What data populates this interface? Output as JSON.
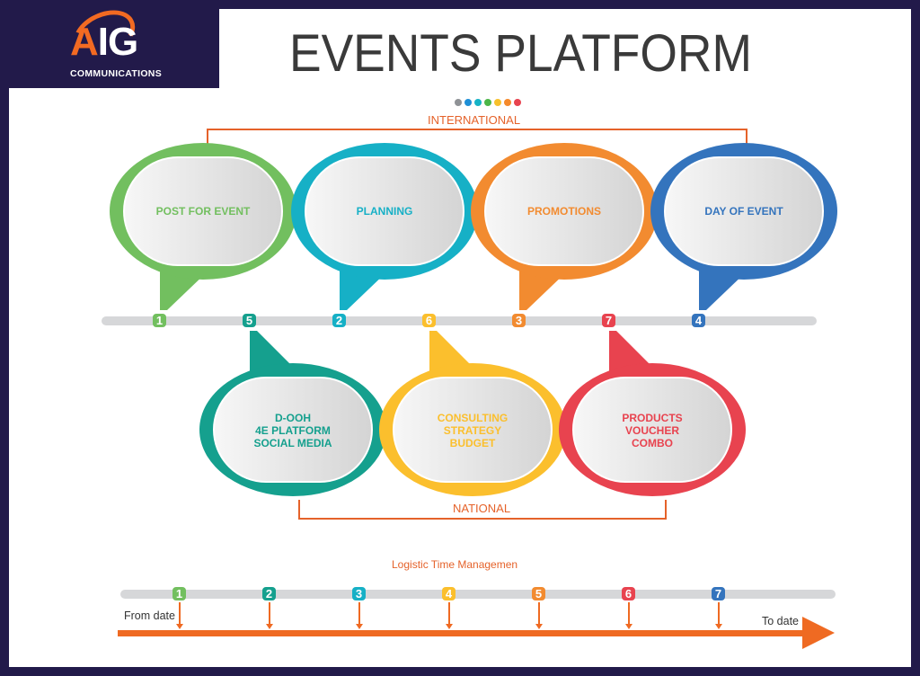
{
  "logo": {
    "mark": "AIG",
    "subtitle": "COMMUNICATIONS"
  },
  "title": "EVENTS PLATFORM",
  "palette_dots": [
    "#8f9296",
    "#1f8fd6",
    "#16b3c6",
    "#4cb648",
    "#f7c02c",
    "#f58a2c",
    "#e8434f"
  ],
  "international_label": "INTERNATIONAL",
  "national_label": "NATIONAL",
  "top_stages": [
    {
      "number": "1",
      "label": "POST FOR EVENT",
      "color": "#72bf5f"
    },
    {
      "number": "2",
      "label": "PLANNING",
      "color": "#16b0c6"
    },
    {
      "number": "3",
      "label": "PROMOTIONS",
      "color": "#f28b30"
    },
    {
      "number": "4",
      "label": "DAY OF EVENT",
      "color": "#3474bd"
    }
  ],
  "bottom_stages": [
    {
      "number": "5",
      "label": "D-OOH\n4E PLATFORM\nSOCIAL MEDIA",
      "color": "#15a08e"
    },
    {
      "number": "6",
      "label": "CONSULTING\nSTRATEGY\nBUDGET",
      "color": "#fbbf2d"
    },
    {
      "number": "7",
      "label": "PRODUCTS\nVOUCHER\nCOMBO",
      "color": "#e8434f"
    }
  ],
  "logistics": {
    "title": "Logistic Time Managemen",
    "from_label": "From date",
    "to_label": "To date",
    "steps": [
      {
        "number": "1",
        "color": "#72bf5f"
      },
      {
        "number": "2",
        "color": "#15a08e"
      },
      {
        "number": "3",
        "color": "#16b0c6"
      },
      {
        "number": "4",
        "color": "#fbbf2d"
      },
      {
        "number": "5",
        "color": "#f28b30"
      },
      {
        "number": "6",
        "color": "#e8434f"
      },
      {
        "number": "7",
        "color": "#3474bd"
      }
    ]
  }
}
